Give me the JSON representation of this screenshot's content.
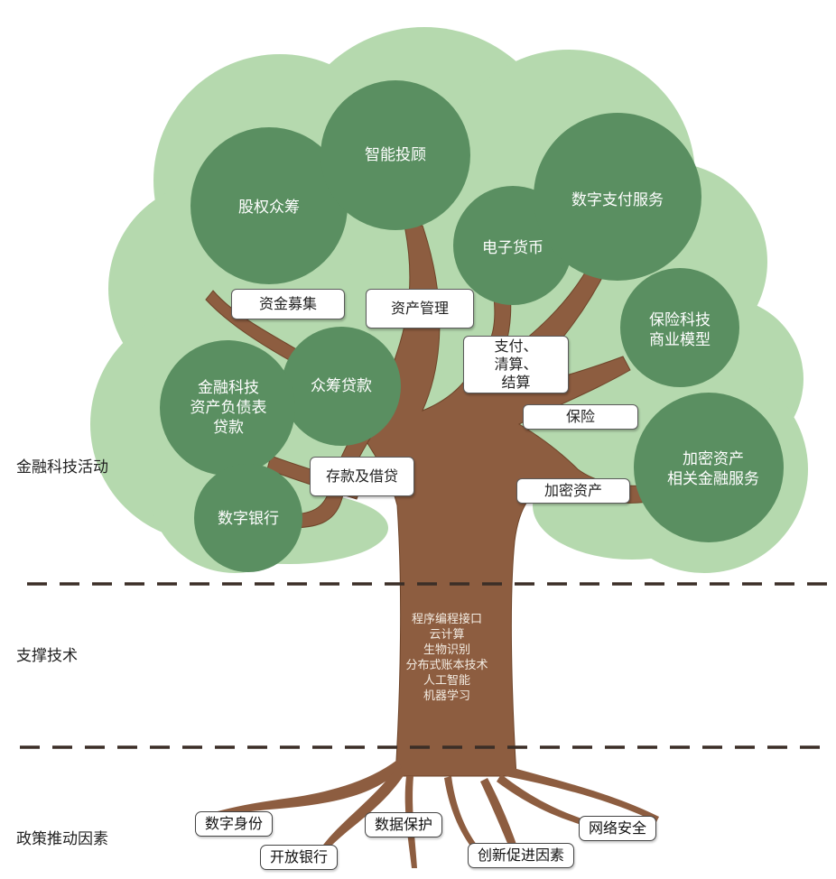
{
  "layers": {
    "activities": "金融科技活动",
    "support": "支撑技术",
    "policy": "政策推动因素"
  },
  "circles": {
    "equity_crowdfunding": "股权众筹",
    "robo_advisor": "智能投顾",
    "e_money": "电子货币",
    "digital_payment": "数字支付服务",
    "insurtech_line1": "保险科技",
    "insurtech_line2": "商业模型",
    "crowd_lending": "众筹贷款",
    "balance_sheet_line1": "金融科技",
    "balance_sheet_line2": "资产负债表",
    "balance_sheet_line3": "贷款",
    "crypto_services_line1": "加密资产",
    "crypto_services_line2": "相关金融服务",
    "digital_bank": "数字银行"
  },
  "branches": {
    "capital_raising": "资金募集",
    "asset_management": "资产管理",
    "payment_line1": "支付、",
    "payment_line2": "清算、",
    "payment_line3": "结算",
    "insurance": "保险",
    "deposits_lending": "存款及借贷",
    "crypto_assets": "加密资产"
  },
  "technologies": [
    "程序编程接口",
    "云计算",
    "生物识别",
    "分布式账本技术",
    "人工智能",
    "机器学习"
  ],
  "policy_factors": {
    "digital_identity": "数字身份",
    "open_banking": "开放银行",
    "data_protection": "数据保护",
    "innovation_factors": "创新促进因素",
    "cybersecurity": "网络安全"
  },
  "colors": {
    "canopy": "#b5d9ae",
    "circle": "#5a8f61",
    "trunk": "#8d5d40",
    "dash": "#3b2e27"
  }
}
